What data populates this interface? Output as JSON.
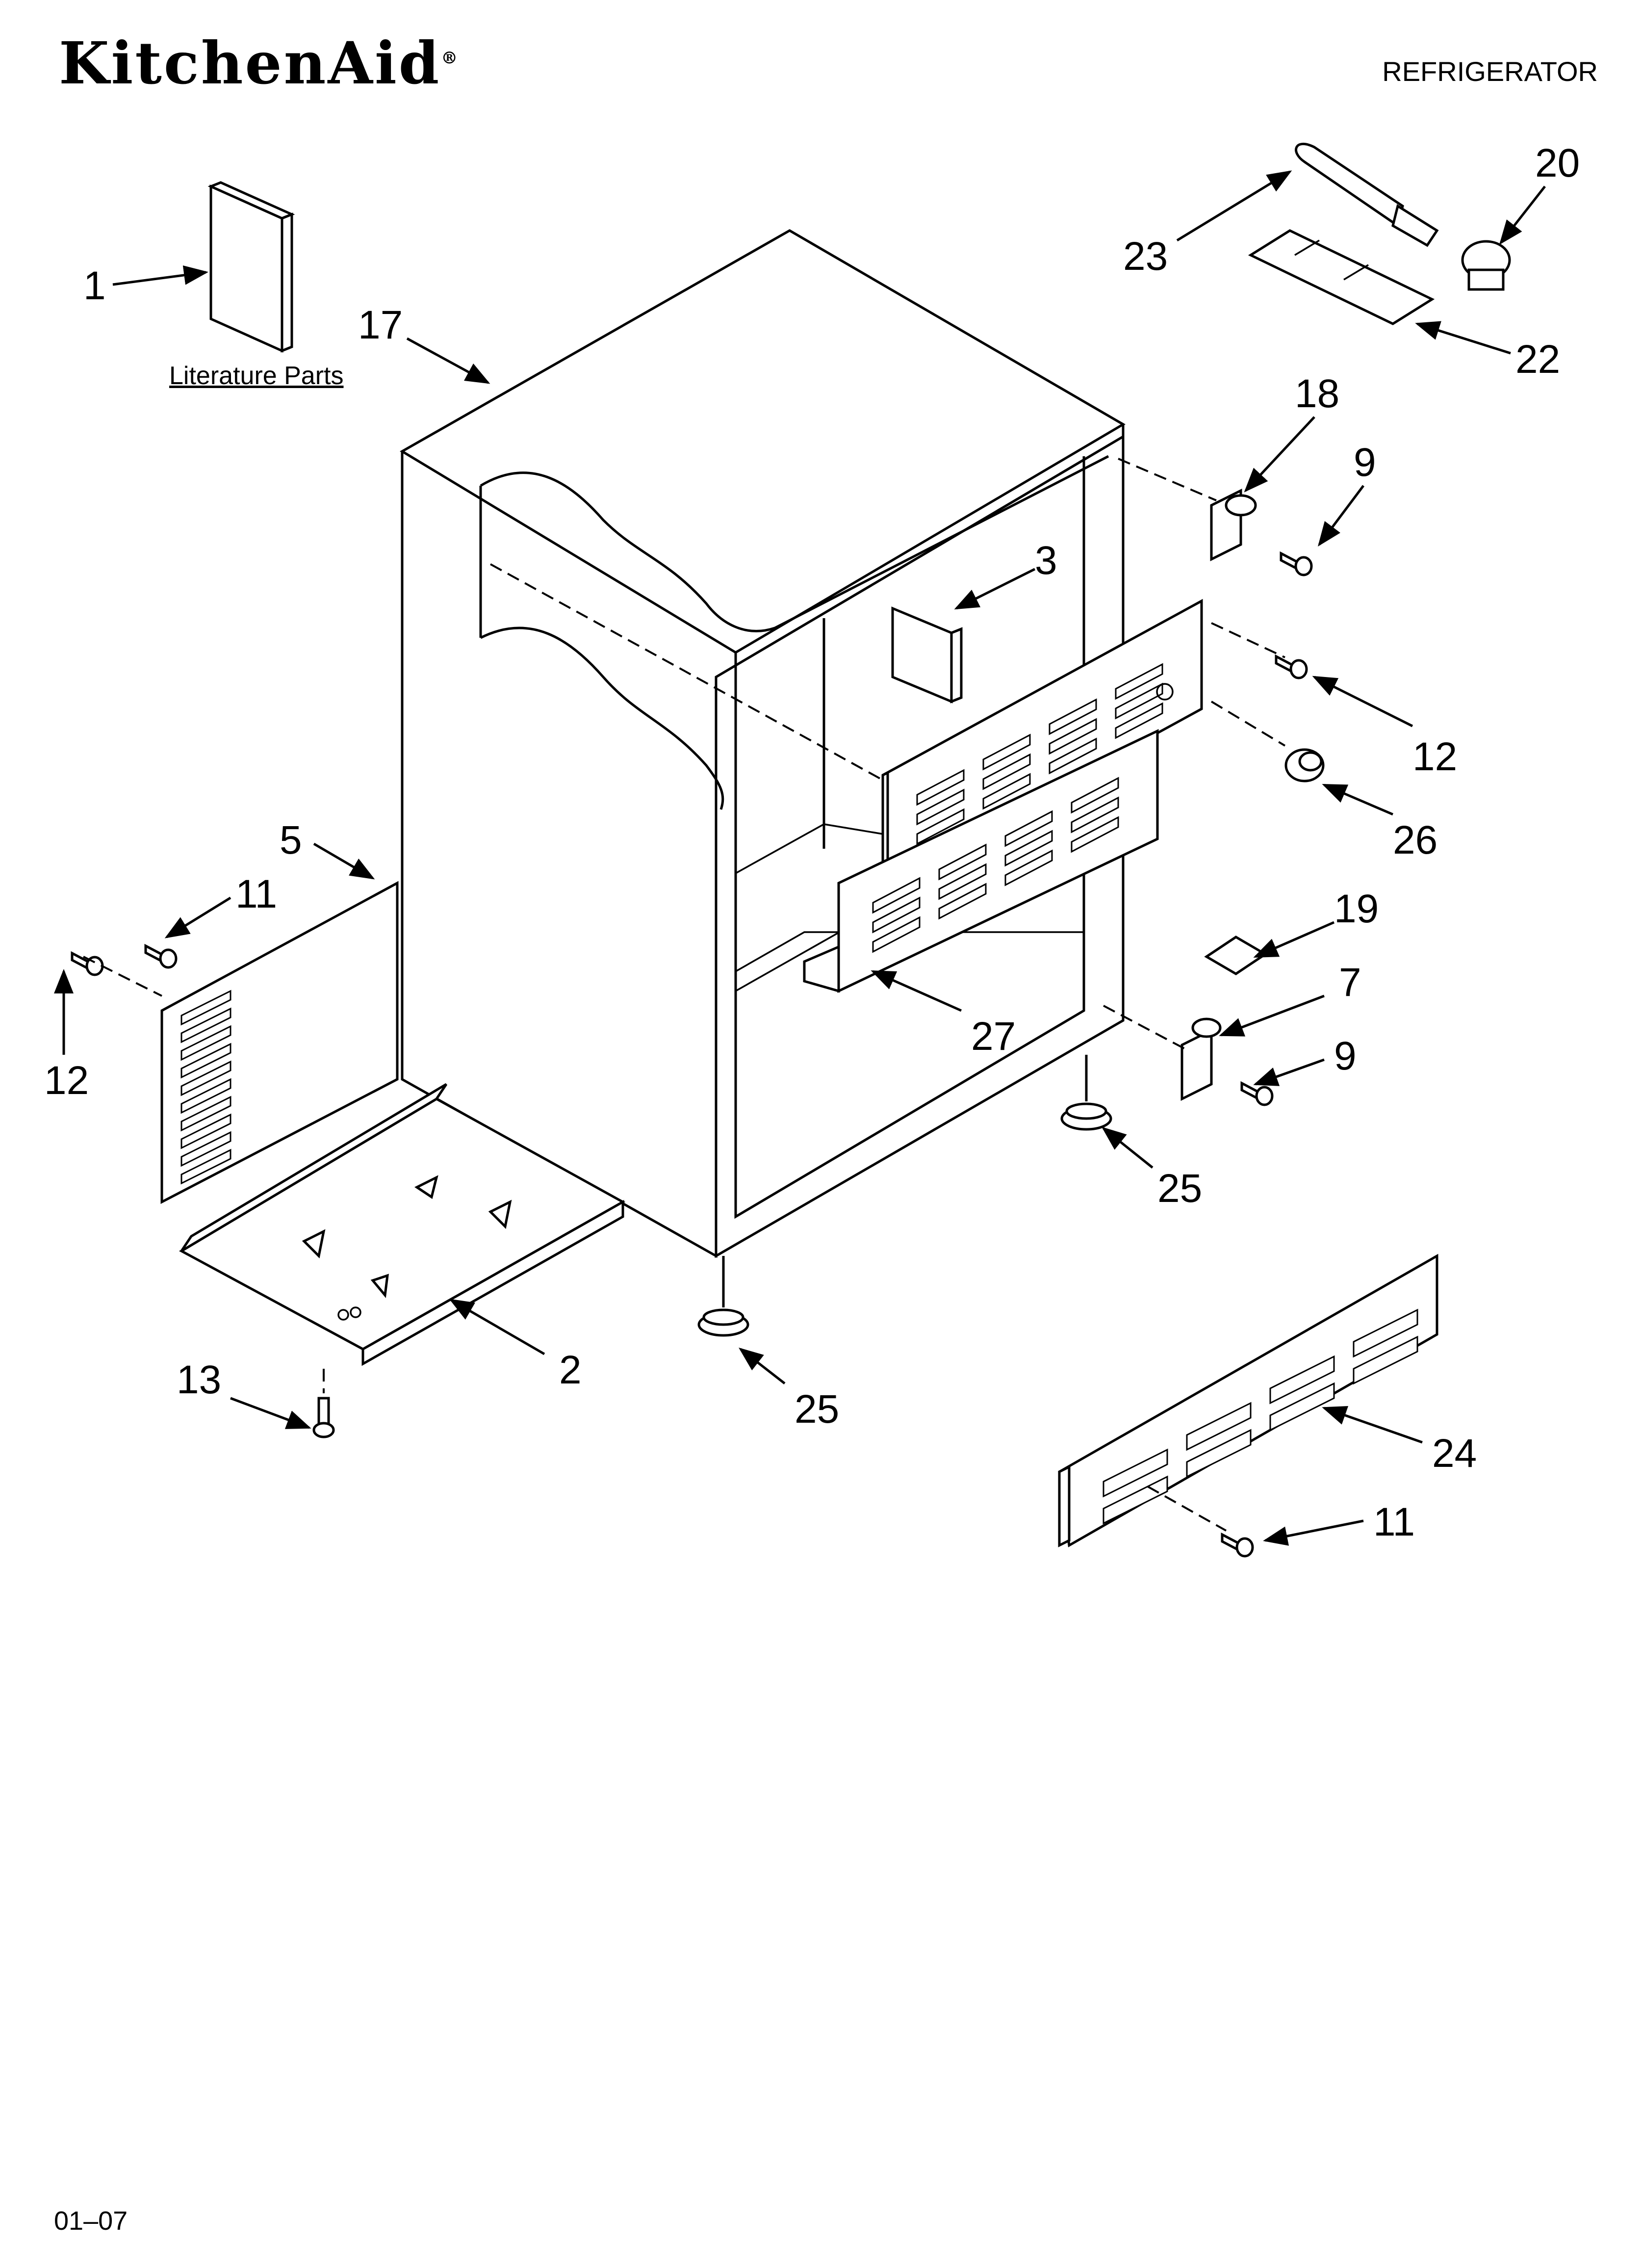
{
  "header": {
    "brand": "KitchenAid",
    "brand_mark": "®",
    "category": "REFRIGERATOR"
  },
  "literature_label": "Literature Parts",
  "footer": {
    "code": "01–07"
  },
  "callouts": [
    "1",
    "17",
    "23",
    "20",
    "22",
    "18",
    "9",
    "3",
    "12",
    "26",
    "5",
    "11",
    "12",
    "19",
    "7",
    "9",
    "27",
    "25",
    "25",
    "2",
    "13",
    "24",
    "11"
  ]
}
